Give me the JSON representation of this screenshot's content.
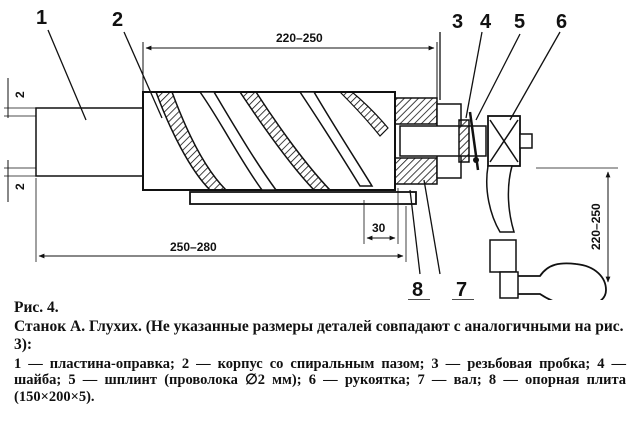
{
  "figure": {
    "callouts": [
      "1",
      "2",
      "3",
      "4",
      "5",
      "6",
      "7",
      "8"
    ],
    "dimensions": {
      "body_length": "220–250",
      "total_length": "250–280",
      "offset": "30",
      "handle_length": "220–250",
      "gap_top": "2",
      "gap_bottom": "2"
    }
  },
  "caption": {
    "figure_number": "Рис. 4.",
    "title": "Станок А. Глухих. (Не указанные размеры деталей совпадают с аналогичными на рис. 3):",
    "legend": "1 — пластина-оправка; 2 — корпус со спиральным пазом; 3 — резьбовая пробка; 4 — шайба; 5 — шплинт (проволока ∅2 мм); 6 — рукоятка; 7 — вал; 8 — опорная плита (150×200×5)."
  }
}
